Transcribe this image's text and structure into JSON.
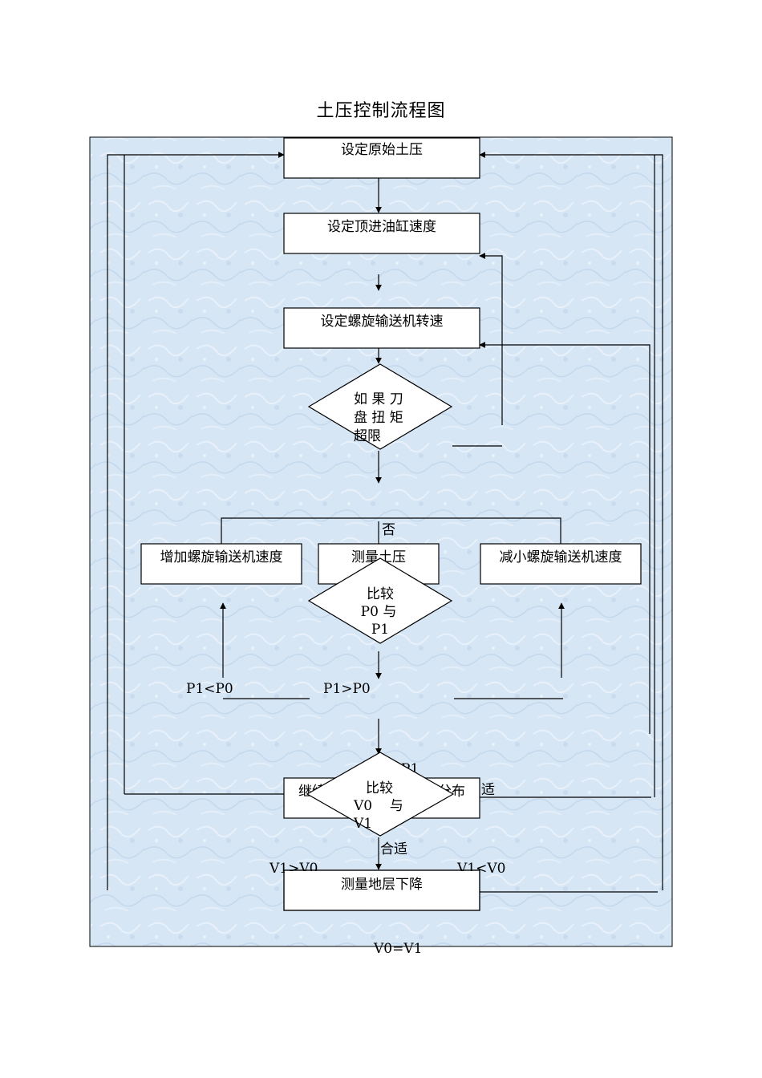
{
  "title": "土压控制流程图",
  "boxes": {
    "set_original_pressure": "设定原始土压",
    "set_cylinder_speed": "设定顶进油缸速度",
    "set_screw_speed": "设定螺旋输送机转速",
    "increase_screw_speed": "增加螺旋输送机速度",
    "measure_pressure": "测量土压",
    "decrease_screw_speed": "减小螺旋输送机速度",
    "continue_distribution": "继续",
    "distribution_suffix": "分布",
    "measure_settlement": "测量地层下降"
  },
  "diamonds": {
    "torque_check": [
      "如 果 刀",
      "盘 扭 矩",
      "超限"
    ],
    "compare_p": [
      "比较",
      "P0 与",
      "P1"
    ],
    "compare_v": [
      "比较",
      "V0    与",
      "V1"
    ]
  },
  "labels": {
    "no": "否",
    "p1_lt_p0": "P1<P0",
    "p1_gt_p0": "P1>P0",
    "p1_hidden": "P1",
    "suitable_right": "适",
    "suitable_below": "合适",
    "v1_gt_v0": "V1>V0",
    "v1_lt_v0": "V1<V0",
    "v0_eq_v1": "V0=V1"
  },
  "colors": {
    "background_fill": "#d6e6f5",
    "line": "#000000",
    "box_fill": "#ffffff"
  }
}
